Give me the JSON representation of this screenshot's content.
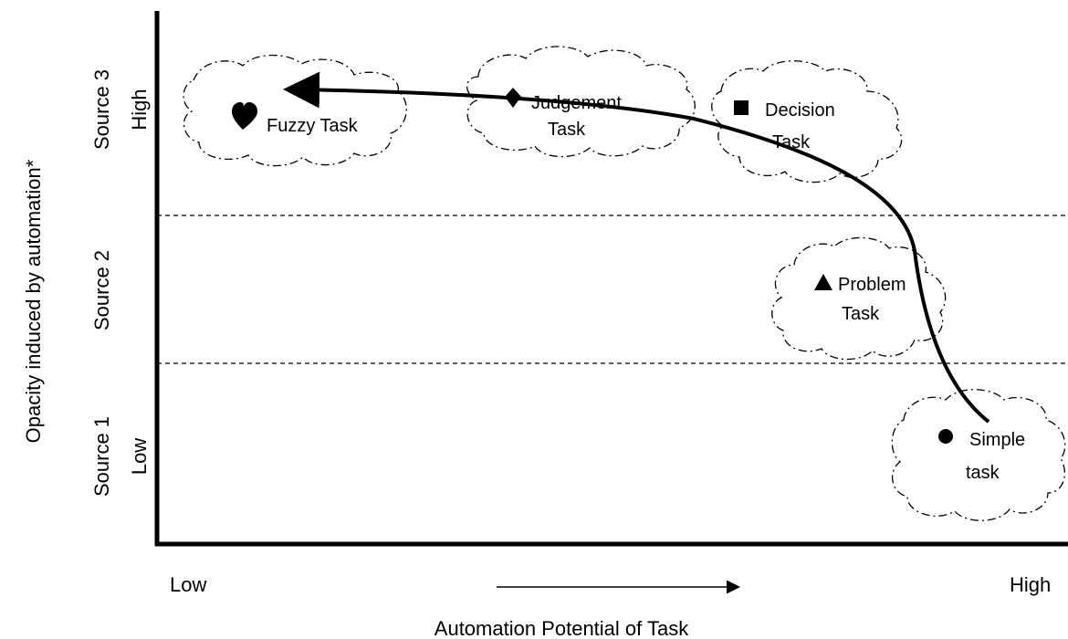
{
  "axes": {
    "y_title": "Opacity induced by automation*",
    "x_title": "Automation Potential of Task",
    "x_low": "Low",
    "x_high": "High",
    "y_bands": [
      {
        "source": "Source 3",
        "level": "High"
      },
      {
        "source": "Source 2",
        "level": ""
      },
      {
        "source": "Source 1",
        "level": "Low"
      }
    ]
  },
  "tasks": [
    {
      "id": "fuzzy",
      "marker": "heart-icon",
      "line1": "Fuzzy Task",
      "line2": ""
    },
    {
      "id": "judgement",
      "marker": "diamond-icon",
      "line1": "Judgement",
      "line2": "Task"
    },
    {
      "id": "decision",
      "marker": "square-icon",
      "line1": "Decision",
      "line2": "Task"
    },
    {
      "id": "problem",
      "marker": "triangle-icon",
      "line1": "Problem",
      "line2": "Task"
    },
    {
      "id": "simple",
      "marker": "circle-icon",
      "line1": "Simple",
      "line2": "task"
    }
  ]
}
